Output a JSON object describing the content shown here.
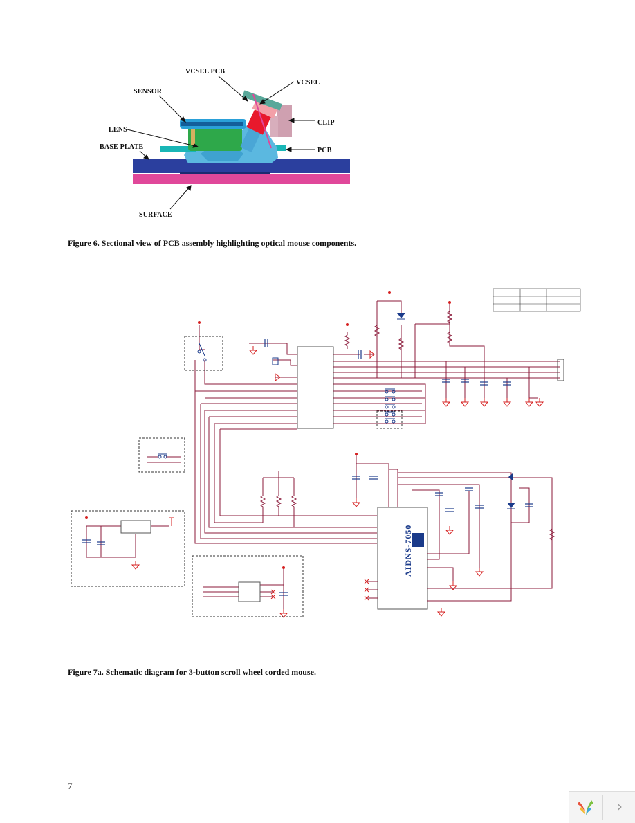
{
  "figure6": {
    "labels": {
      "vcsel_pcb": "VCSEL PCB",
      "vcsel": "VCSEL",
      "sensor": "SENSOR",
      "clip": "CLIP",
      "lens": "LENS",
      "base_plate": "BASE PLATE",
      "pcb": "PCB",
      "surface": "SURFACE"
    },
    "caption": "Figure 6. Sectional view of PCB assembly highlighting optical mouse components."
  },
  "figure7a": {
    "ic_label": "AIDNS-7050",
    "caption": "Figure 7a. Schematic diagram for 3-button scroll wheel corded mouse."
  },
  "colors": {
    "base_plate": "#2b3f9e",
    "surface": "#e0489a",
    "lens": "#5bb8e0",
    "pcb": "#19b6b6",
    "sensor_green": "#2ea84a",
    "vcsel_red": "#e8192c",
    "clip": "#cfa0b0",
    "wire": "#8b1a3a",
    "ground": "#d62020",
    "schematic_blue": "#1a3a8a"
  },
  "page": {
    "number": "7"
  },
  "viewer": {
    "logo_icon": "viewer-logo-icon",
    "next_icon": "chevron-right-icon",
    "next_glyph": "›"
  }
}
